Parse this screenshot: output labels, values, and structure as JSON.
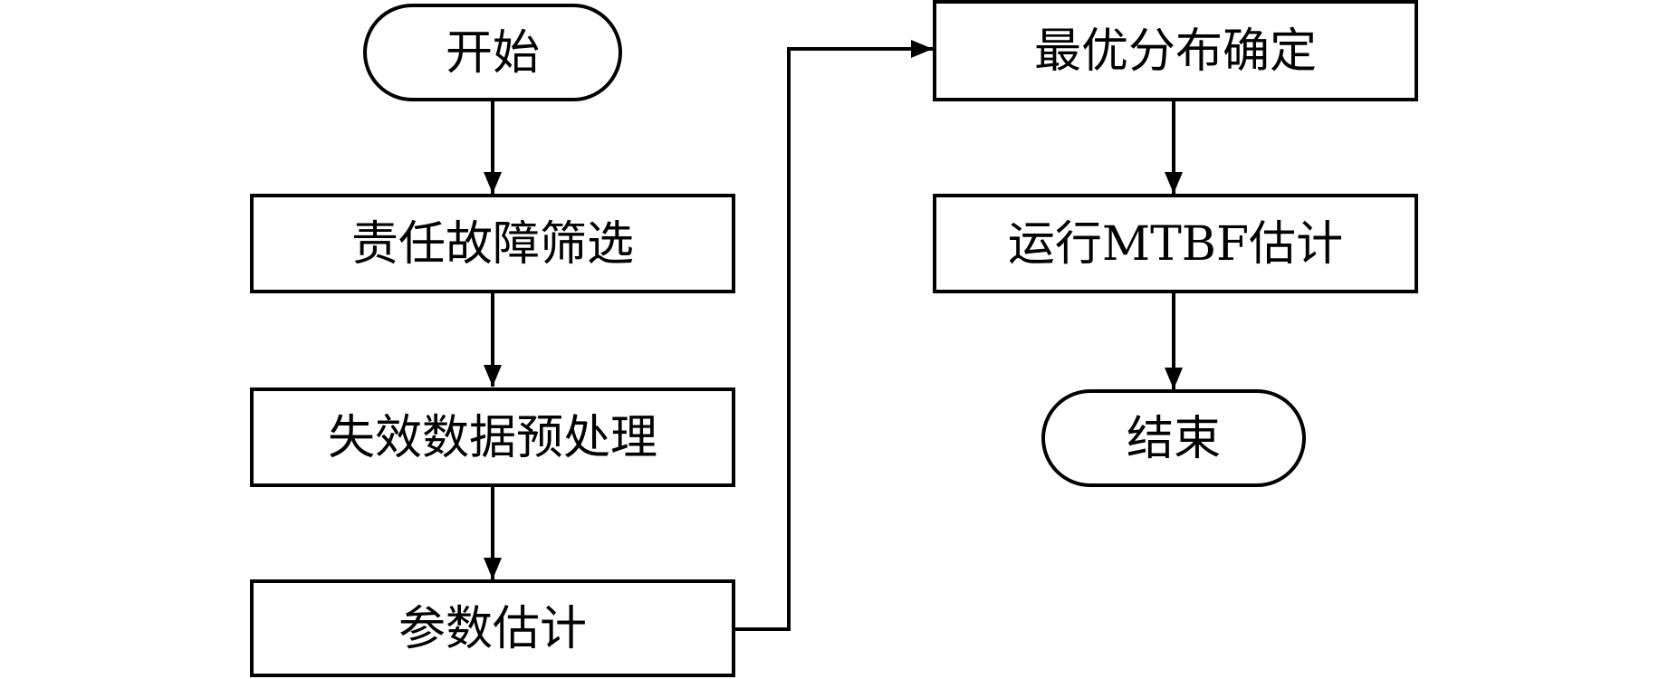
{
  "flowchart": {
    "nodes": [
      {
        "id": "start",
        "shape": "terminal",
        "label": "开始"
      },
      {
        "id": "fault-screening",
        "shape": "process",
        "label": "责任故障筛选"
      },
      {
        "id": "data-preprocessing",
        "shape": "process",
        "label": "失效数据预处理"
      },
      {
        "id": "parameter-estimation",
        "shape": "process",
        "label": "参数估计"
      },
      {
        "id": "optimal-distribution",
        "shape": "process",
        "label": "最优分布确定"
      },
      {
        "id": "mtbf-estimation",
        "shape": "process",
        "label": "运行MTBF估计"
      },
      {
        "id": "end",
        "shape": "terminal",
        "label": "结束"
      }
    ],
    "edges": [
      {
        "from": "start",
        "to": "fault-screening"
      },
      {
        "from": "fault-screening",
        "to": "data-preprocessing"
      },
      {
        "from": "data-preprocessing",
        "to": "parameter-estimation"
      },
      {
        "from": "parameter-estimation",
        "to": "optimal-distribution"
      },
      {
        "from": "optimal-distribution",
        "to": "mtbf-estimation"
      },
      {
        "from": "mtbf-estimation",
        "to": "end"
      }
    ]
  }
}
